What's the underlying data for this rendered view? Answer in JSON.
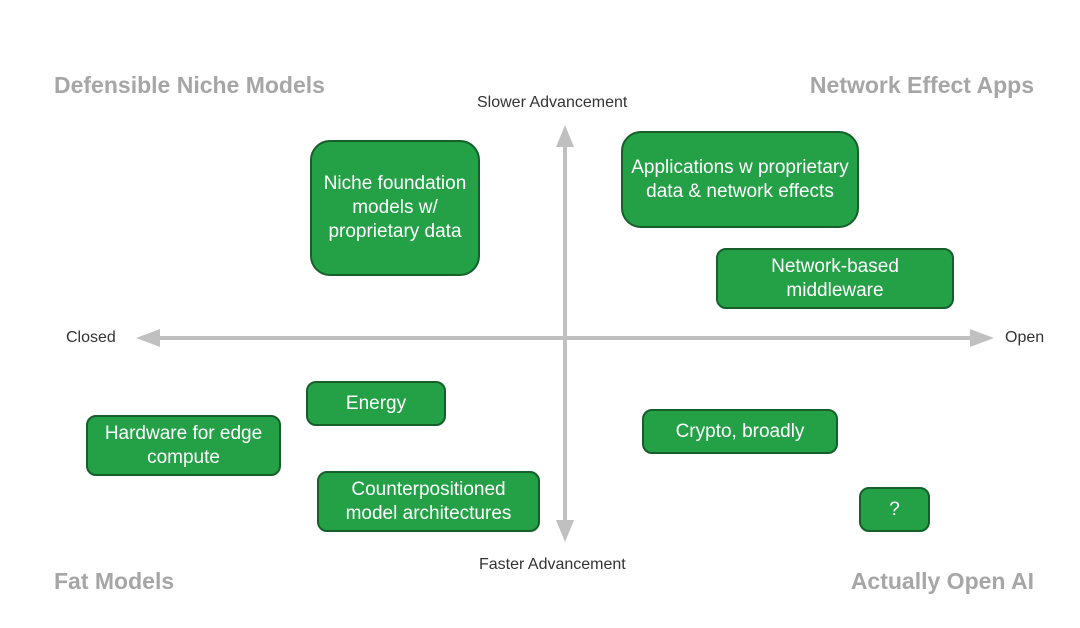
{
  "quadrants": {
    "top_left": "Defensible Niche Models",
    "top_right": "Network Effect Apps",
    "bottom_left": "Fat Models",
    "bottom_right": "Actually Open AI"
  },
  "axes": {
    "top": "Slower Advancement",
    "bottom": "Faster Advancement",
    "left": "Closed",
    "right": "Open",
    "color": "#c0c0c0"
  },
  "colors": {
    "node_fill": "#24a147",
    "node_border": "#165f2b",
    "node_text": "#ffffff",
    "quadrant_label": "#a6a6a6"
  },
  "nodes": [
    {
      "label": "Niche foundation models w/ proprietary data"
    },
    {
      "label": "Applications w proprietary data & network effects"
    },
    {
      "label": "Network-based middleware"
    },
    {
      "label": "Energy"
    },
    {
      "label": "Hardware for edge compute"
    },
    {
      "label": "Counterpositioned model architectures"
    },
    {
      "label": "Crypto, broadly"
    },
    {
      "label": "?"
    }
  ]
}
